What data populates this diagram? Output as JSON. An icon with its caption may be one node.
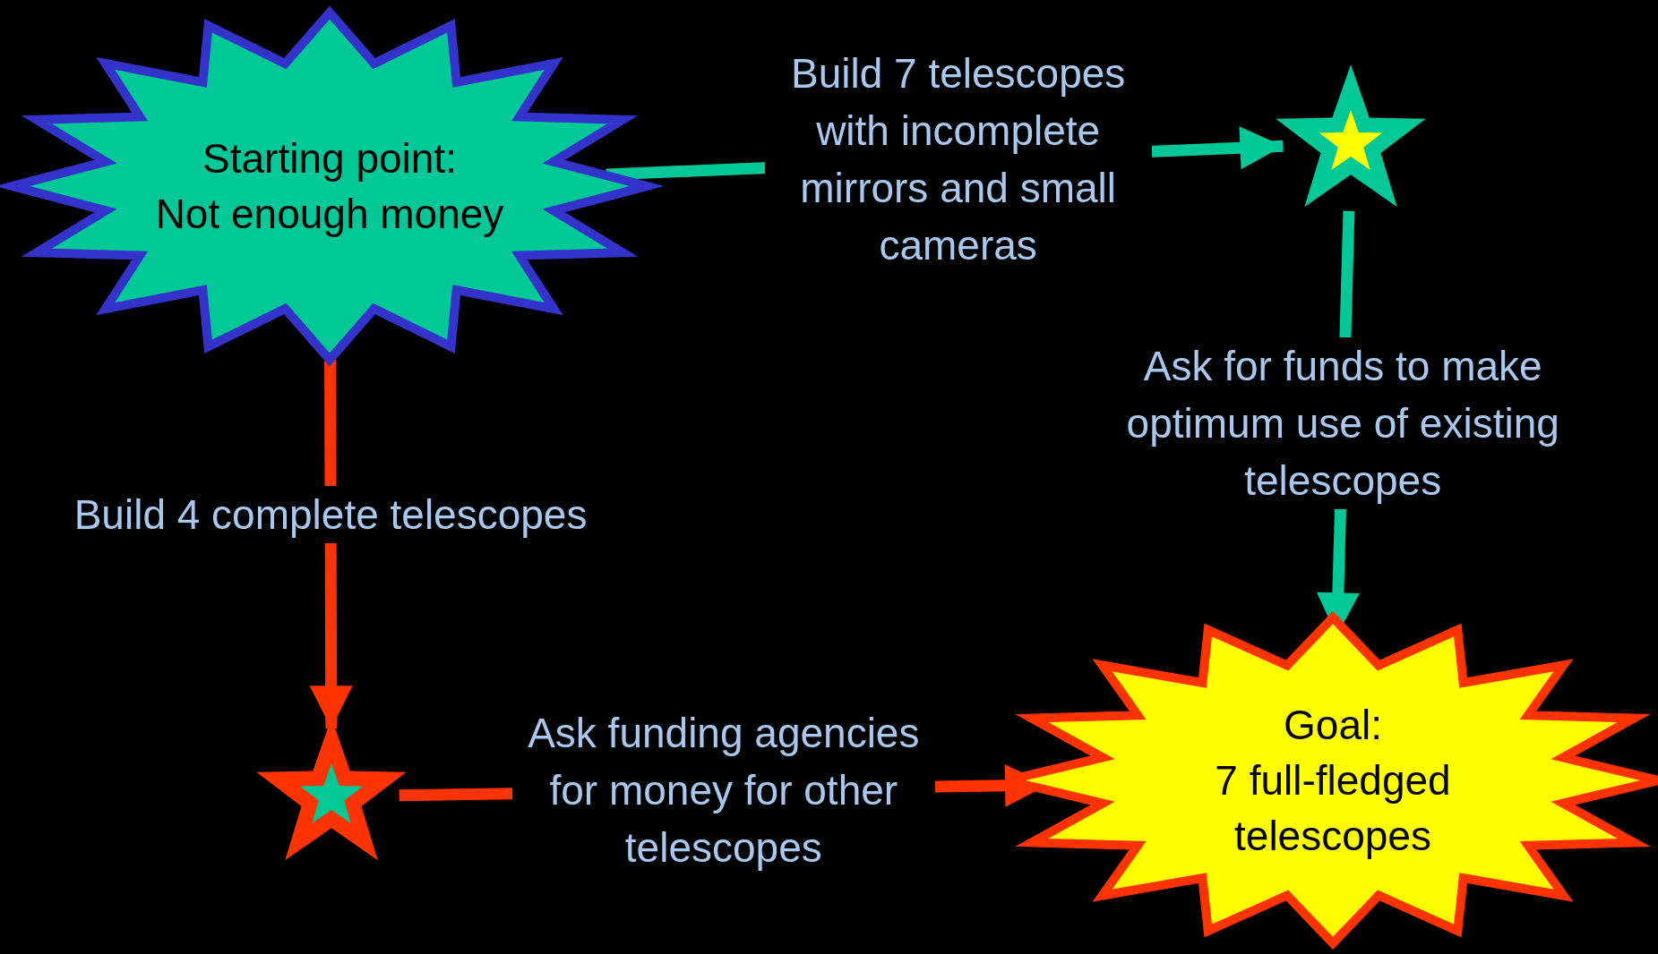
{
  "diagram": {
    "nodes": [
      {
        "text": [
          "Starting point:",
          "Not enough money"
        ]
      },
      {
        "text": [],
        "shape": "star"
      },
      {
        "text": [],
        "shape": "star"
      },
      {
        "text": [
          "Goal:",
          "7 full-fledged telescopes"
        ]
      }
    ],
    "edges": [
      {
        "from": 0,
        "to": 1,
        "arrow": "to",
        "label": "Build 7 telescopes with incomplete mirrors and small cameras",
        "color": "#00c896"
      },
      {
        "from": 0,
        "to": 2,
        "arrow": "to",
        "label": "Build 4 complete telescopes",
        "color": "#ff3300"
      },
      {
        "from": 1,
        "to": 3,
        "arrow": "to",
        "label": "Ask for funds to make optimum use of existing telescopes",
        "color": "#00c896"
      },
      {
        "from": 2,
        "to": 3,
        "arrow": "to",
        "label": "Ask funding agencies for money for other telescopes",
        "color": "#ff3300"
      }
    ]
  }
}
